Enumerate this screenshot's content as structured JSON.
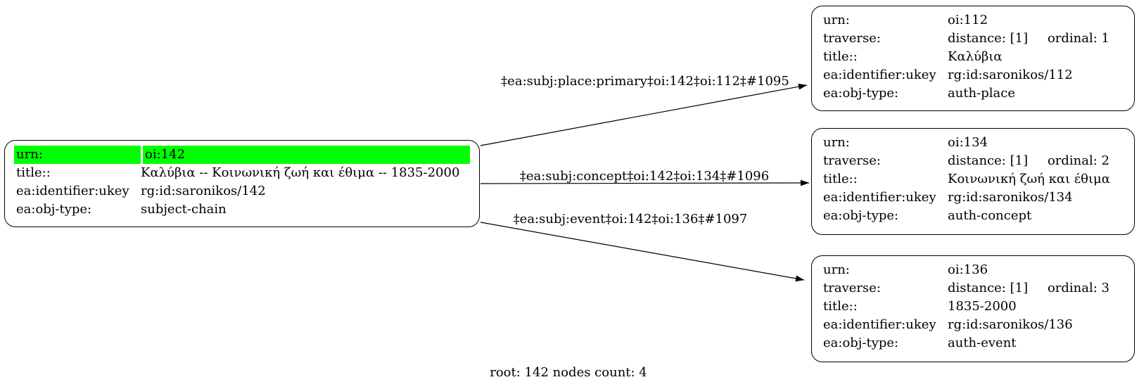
{
  "canvas": {
    "background": "#ffffff"
  },
  "colors": {
    "highlight_green": "#00ff00",
    "node_border": "#000000",
    "edge_stroke": "#000000",
    "text": "#000000"
  },
  "caption": "root: 142 nodes count: 4",
  "root_node": {
    "id": "oi:142",
    "rows": [
      {
        "key": "urn:",
        "value": "oi:142"
      },
      {
        "key": "title::",
        "value": "Καλύβια -- Κοινωνική ζωή και έθιμα -- 1835-2000"
      },
      {
        "key": "ea:identifier:ukey",
        "value": "rg:id:saronikos/142"
      },
      {
        "key": "ea:obj-type:",
        "value": "subject-chain"
      }
    ]
  },
  "nodes": [
    {
      "id": "oi:112",
      "rows": [
        {
          "key": "urn:",
          "value": "oi:112"
        },
        {
          "key": "traverse:",
          "value": "distance: [1]",
          "value2": "ordinal: 1"
        },
        {
          "key": "title::",
          "value": "Καλύβια"
        },
        {
          "key": "ea:identifier:ukey",
          "value": "rg:id:saronikos/112"
        },
        {
          "key": "ea:obj-type:",
          "value": "auth-place"
        }
      ]
    },
    {
      "id": "oi:134",
      "rows": [
        {
          "key": "urn:",
          "value": "oi:134"
        },
        {
          "key": "traverse:",
          "value": "distance: [1]",
          "value2": "ordinal: 2"
        },
        {
          "key": "title::",
          "value": "Κοινωνική ζωή και έθιμα"
        },
        {
          "key": "ea:identifier:ukey",
          "value": "rg:id:saronikos/134"
        },
        {
          "key": "ea:obj-type:",
          "value": "auth-concept"
        }
      ]
    },
    {
      "id": "oi:136",
      "rows": [
        {
          "key": "urn:",
          "value": "oi:136"
        },
        {
          "key": "traverse:",
          "value": "distance: [1]",
          "value2": "ordinal: 3"
        },
        {
          "key": "title::",
          "value": "1835-2000"
        },
        {
          "key": "ea:identifier:ukey",
          "value": "rg:id:saronikos/136"
        },
        {
          "key": "ea:obj-type:",
          "value": "auth-event"
        }
      ]
    }
  ],
  "edges": [
    {
      "label": "‡ea:subj:place:primary‡oi:142‡oi:112‡#1095"
    },
    {
      "label": "‡ea:subj:concept‡oi:142‡oi:134‡#1096"
    },
    {
      "label": "‡ea:subj:event‡oi:142‡oi:136‡#1097"
    }
  ]
}
